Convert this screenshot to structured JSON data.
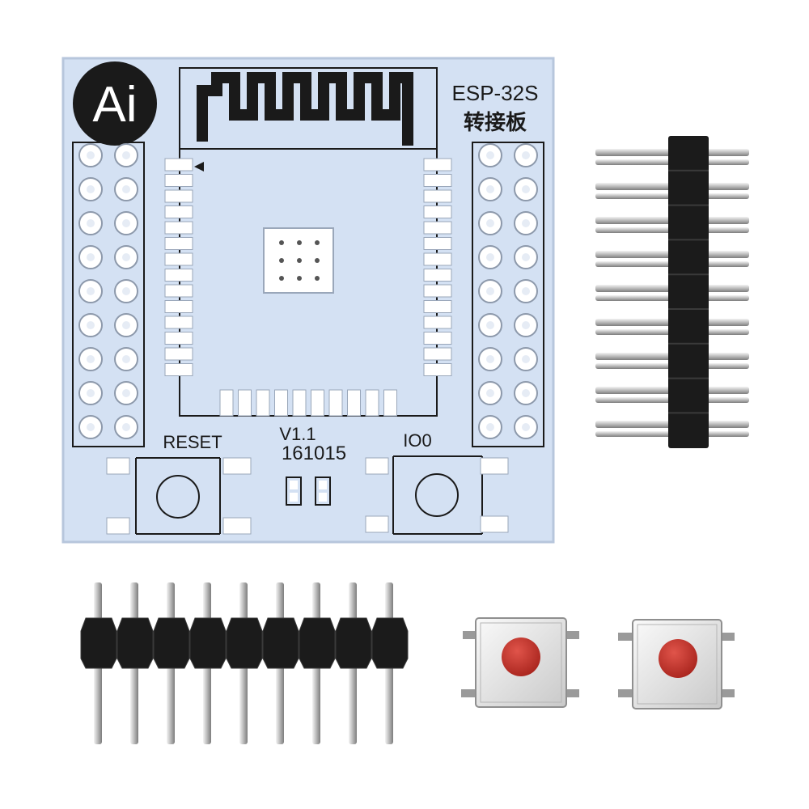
{
  "board": {
    "logo_text": "Ai",
    "model": "ESP-32S",
    "subtitle": "转接板",
    "version": "V1.1",
    "date_code": "161015",
    "reset_label": "RESET",
    "io0_label": "IO0",
    "pcb_color": "#d4e1f3",
    "header_pins_per_row": 9
  },
  "parts": {
    "right_header_pins": 9,
    "bottom_header_pins": 9,
    "tact_switches": 2,
    "switch_cap_color": "#c8322a",
    "header_plastic_color": "#1b1b1b"
  }
}
